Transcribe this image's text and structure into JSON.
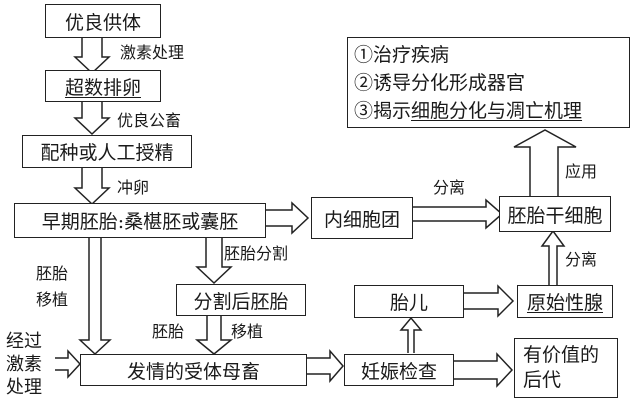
{
  "boxes": {
    "donor": "优良供体",
    "superovulation": "超数排卵",
    "mating": "配种或人工授精",
    "early_embryo": "早期胚胎:桑椹胚或囊胚",
    "inner_cell_mass": "内细胞团",
    "es_cells": "胚胎干细胞",
    "split_embryo": "分割后胚胎",
    "recipient": "发情的受体母畜",
    "pregnancy_check": "妊娠检查",
    "fetus": "胎儿",
    "primordial_gonad": "原始性腺",
    "valuable_offspring_line1": "有价值的",
    "valuable_offspring_line2": "后代"
  },
  "applications": {
    "item1": "①治疗疾病",
    "item2": "②诱导分化形成器官",
    "item3_prefix": "③揭示",
    "item3_underlined": "细胞分化与凋亡机理"
  },
  "labels": {
    "hormone_treatment": "激素处理",
    "good_male": "优良公畜",
    "flush_eggs": "冲卵",
    "isolate1": "分离",
    "apply": "应用",
    "isolate2": "分离",
    "embryo_split": "胚胎分割",
    "transfer_line1": "胚胎",
    "transfer_line2": "移植",
    "split_transfer_left": "胚胎",
    "split_transfer_right": "移植",
    "treated_line1": "经过",
    "treated_line2": "激素",
    "treated_line3": "处理"
  }
}
